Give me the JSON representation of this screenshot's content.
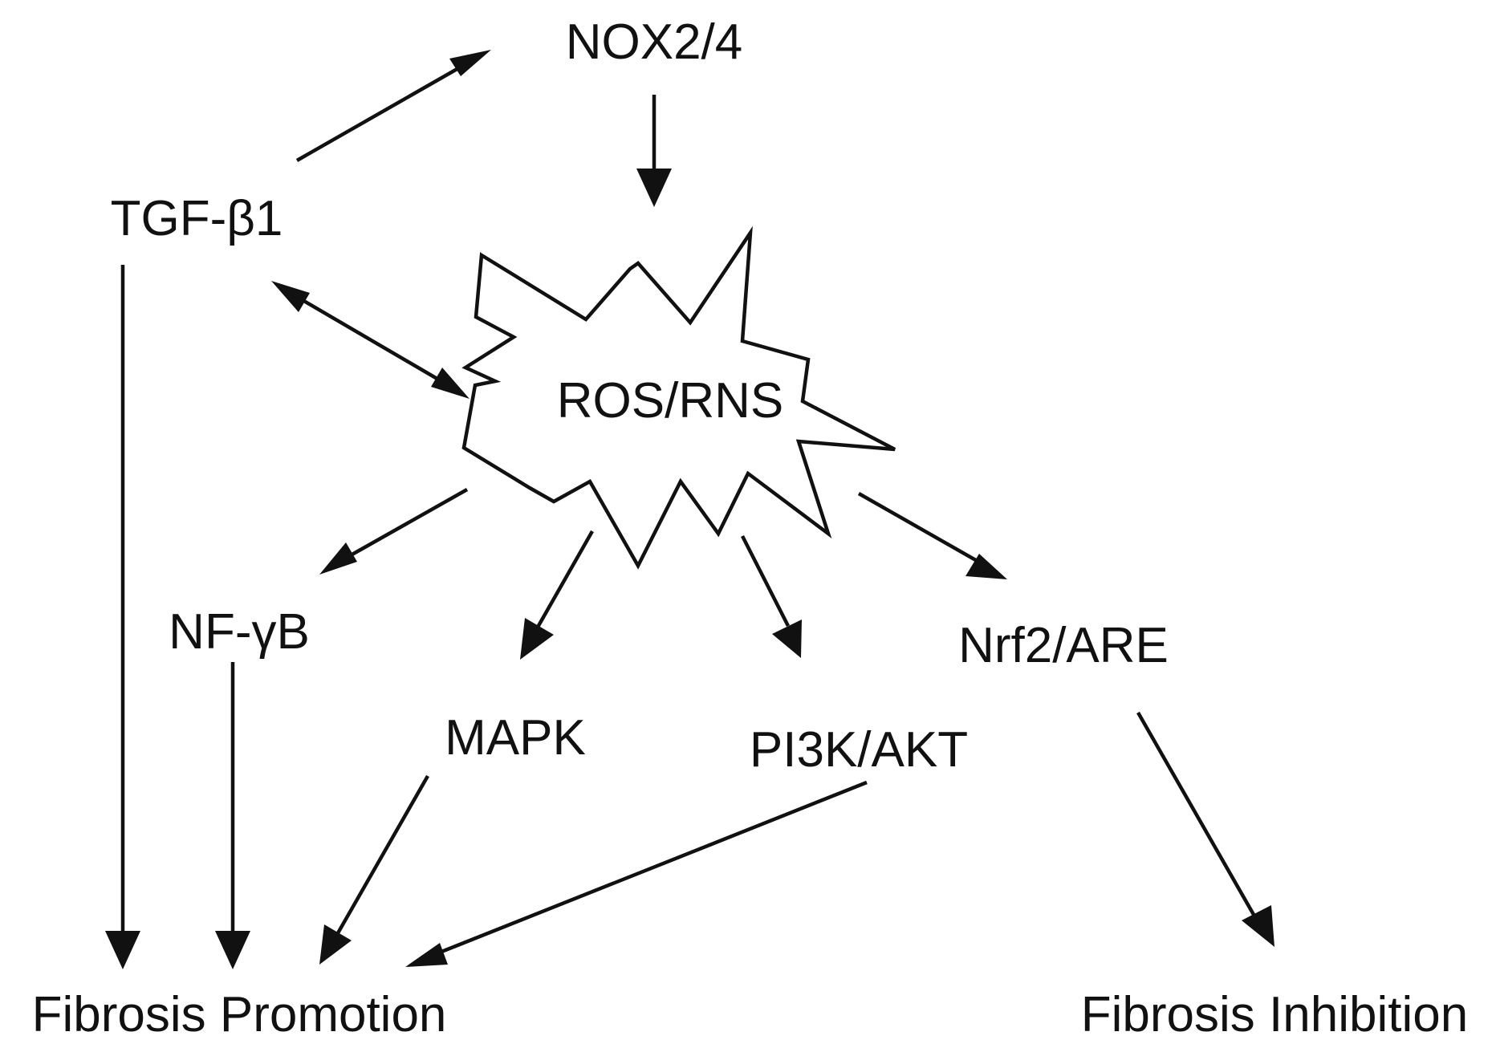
{
  "nodes": {
    "nox": "NOX2/4",
    "tgf": "TGF-β1",
    "ros": "ROS/RNS",
    "nfkb": "NF-γB",
    "mapk": "MAPK",
    "pi3k": "PI3K/AKT",
    "nrf2": "Nrf2/ARE",
    "promotion": "Fibrosis Promotion",
    "inhibition": "Fibrosis Inhibition"
  },
  "edges": [
    {
      "from": "TGF-β1",
      "to": "NOX2/4",
      "direction": "forward"
    },
    {
      "from": "NOX2/4",
      "to": "ROS/RNS",
      "direction": "forward"
    },
    {
      "from": "TGF-β1",
      "to": "ROS/RNS",
      "direction": "bidirectional"
    },
    {
      "from": "TGF-β1",
      "to": "Fibrosis Promotion",
      "direction": "forward"
    },
    {
      "from": "ROS/RNS",
      "to": "NF-γB",
      "direction": "forward"
    },
    {
      "from": "ROS/RNS",
      "to": "MAPK",
      "direction": "forward"
    },
    {
      "from": "ROS/RNS",
      "to": "PI3K/AKT",
      "direction": "forward"
    },
    {
      "from": "ROS/RNS",
      "to": "Nrf2/ARE",
      "direction": "forward"
    },
    {
      "from": "NF-γB",
      "to": "Fibrosis Promotion",
      "direction": "forward"
    },
    {
      "from": "MAPK",
      "to": "Fibrosis Promotion",
      "direction": "forward"
    },
    {
      "from": "PI3K/AKT",
      "to": "Fibrosis Promotion",
      "direction": "forward"
    },
    {
      "from": "Nrf2/ARE",
      "to": "Fibrosis Inhibition",
      "direction": "forward"
    }
  ]
}
